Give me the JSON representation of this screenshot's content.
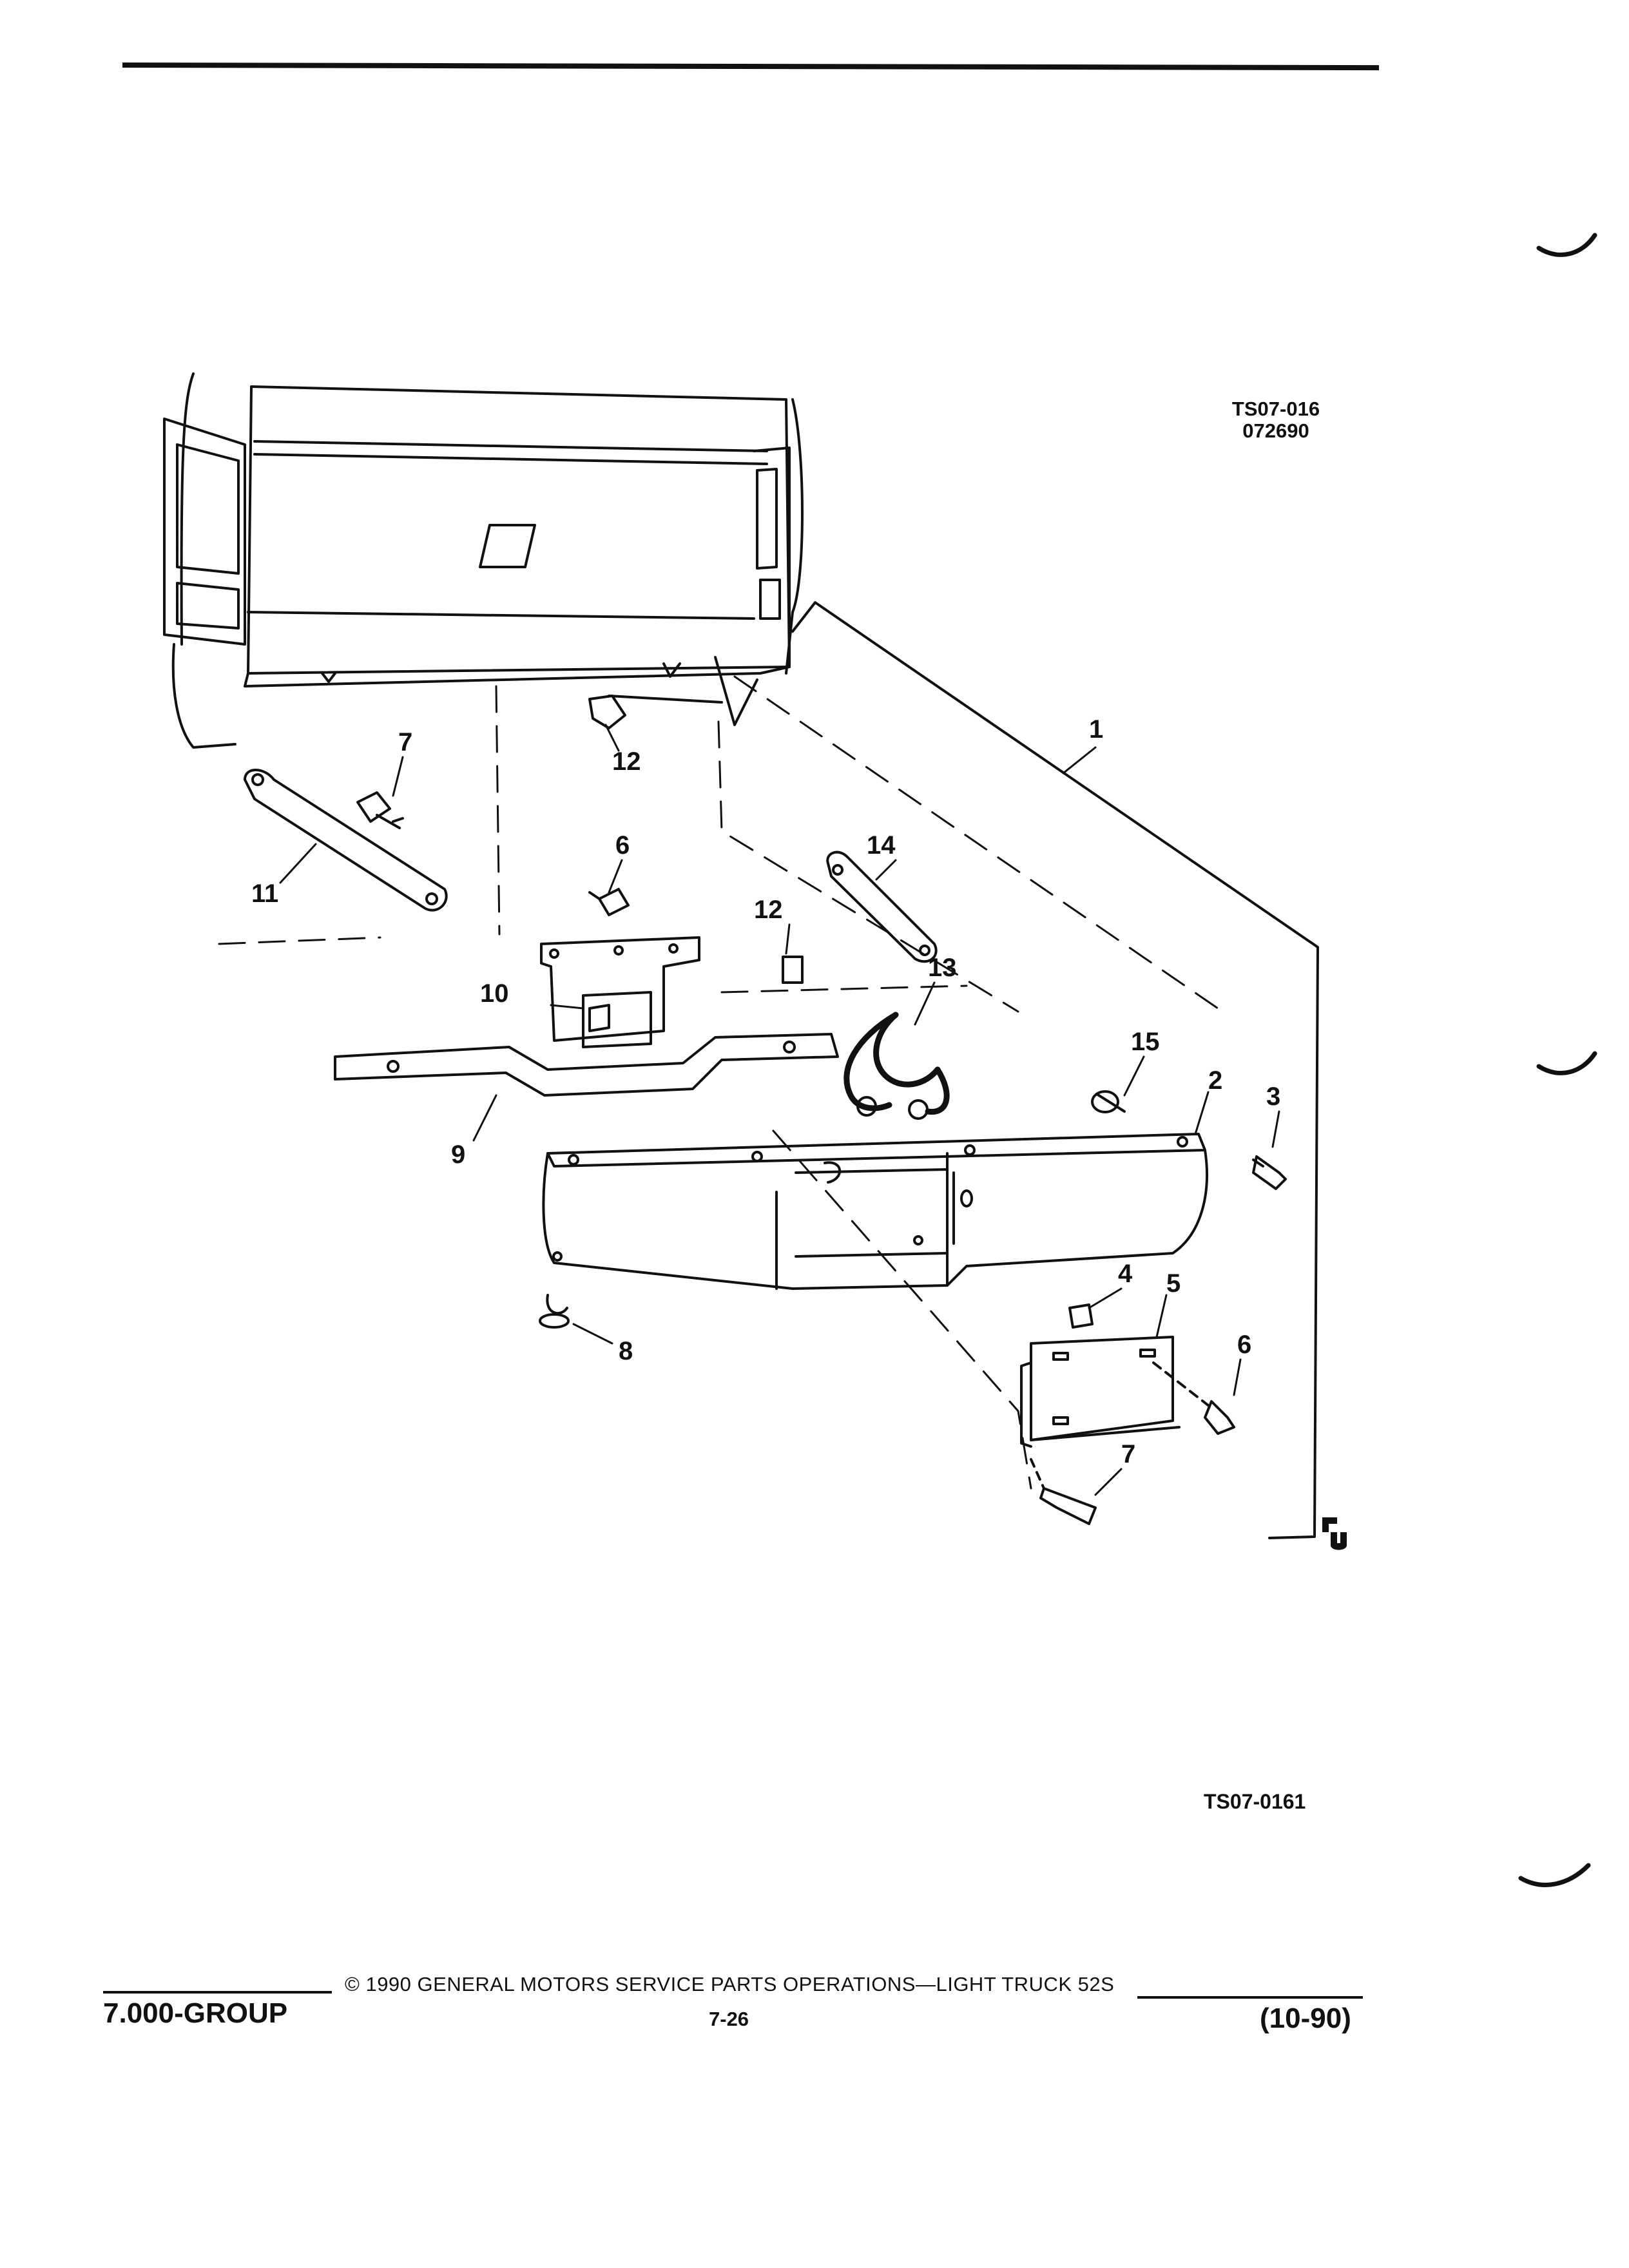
{
  "figure": {
    "code_top": "TS07-016",
    "date_code": "072690",
    "code_bottom": "TS07-0161"
  },
  "callouts": [
    "1",
    "2",
    "3",
    "4",
    "5",
    "6",
    "6",
    "7",
    "7",
    "8",
    "9",
    "10",
    "11",
    "12",
    "12",
    "13",
    "14",
    "15"
  ],
  "footer": {
    "group": "7.000-GROUP",
    "copyright": "© 1990 GENERAL MOTORS SERVICE PARTS OPERATIONS—LIGHT TRUCK 52S",
    "page": "7-26",
    "date": "(10-90)"
  },
  "colors": {
    "ink": "#111111",
    "paper": "#ffffff"
  }
}
